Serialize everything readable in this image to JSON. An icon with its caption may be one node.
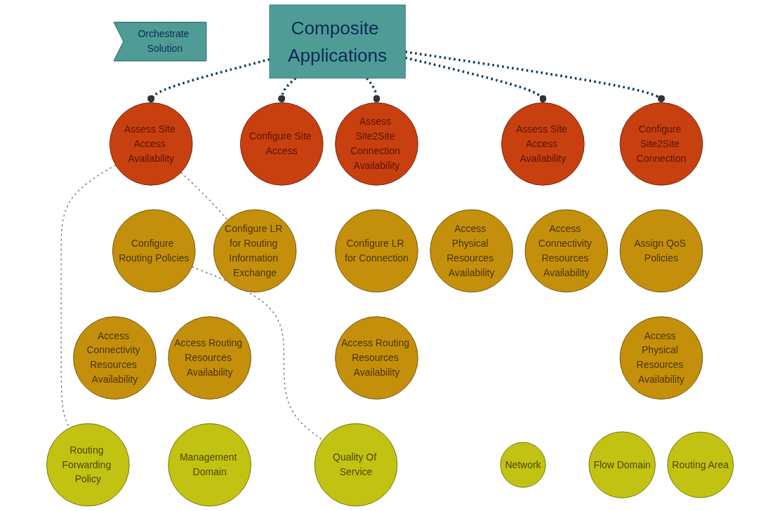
{
  "diagram": {
    "nodes": [
      {
        "text": [
          "Composite Applications"
        ]
      },
      {
        "text": [
          "Orchestrate Solution"
        ]
      },
      {
        "text": [
          "Assess Site Access Availability"
        ]
      },
      {
        "text": [
          "Assess Site2Site Connection Availability"
        ]
      },
      {
        "text": [
          "Configure Site Access"
        ]
      },
      {
        "text": [
          "Configure Site2Site Connection"
        ]
      },
      {
        "text": [
          "Assess Site Access Availability"
        ]
      },
      {
        "text": [
          "Configure Routing Policies"
        ]
      },
      {
        "text": [
          "Configure LR for Connection"
        ]
      },
      {
        "text": [
          "Configure LR for Routing Information Exchange"
        ]
      },
      {
        "text": [
          "Assign QoS Policies"
        ]
      },
      {
        "text": [
          "Access Physical Resources Availability"
        ]
      },
      {
        "text": [
          "Access Connectivity Resources Availability"
        ]
      },
      {
        "text": [
          "Access Connectivity Resources Availability"
        ]
      },
      {
        "text": [
          "Access Routing Resources Availability"
        ]
      },
      {
        "text": [
          "Access Routing Resources Availability"
        ]
      },
      {
        "text": [
          "Access Physical Resources Availability"
        ]
      },
      {
        "text": [
          "Routing Forwarding Policy"
        ]
      },
      {
        "text": [
          "Quality Of Service"
        ]
      },
      {
        "text": [
          "Management Domain"
        ]
      },
      {
        "text": [
          "Network"
        ]
      },
      {
        "text": [
          "Flow Domain"
        ]
      },
      {
        "text": [
          "Routing Area"
        ]
      }
    ],
    "edges": [
      {
        "from": 0,
        "to": 2,
        "arrow": "other",
        "style": "dashed"
      },
      {
        "from": 0,
        "to": 3,
        "arrow": "other",
        "style": "dashed"
      },
      {
        "from": 0,
        "to": 4,
        "arrow": "other",
        "style": "dashed"
      },
      {
        "from": 0,
        "to": 5,
        "arrow": "other",
        "style": "dashed"
      },
      {
        "from": 0,
        "to": 6,
        "arrow": "other",
        "style": "dashed"
      },
      {
        "from": 2,
        "to": 17,
        "arrow": "none",
        "style": "dashed",
        "color": "#5a6a80"
      },
      {
        "from": 2,
        "to": 9,
        "arrow": "none",
        "style": "dashed",
        "color": "#5a6a80"
      },
      {
        "from": 7,
        "to": 18,
        "arrow": "none",
        "style": "dashed",
        "color": "#5a6a80"
      }
    ]
  }
}
